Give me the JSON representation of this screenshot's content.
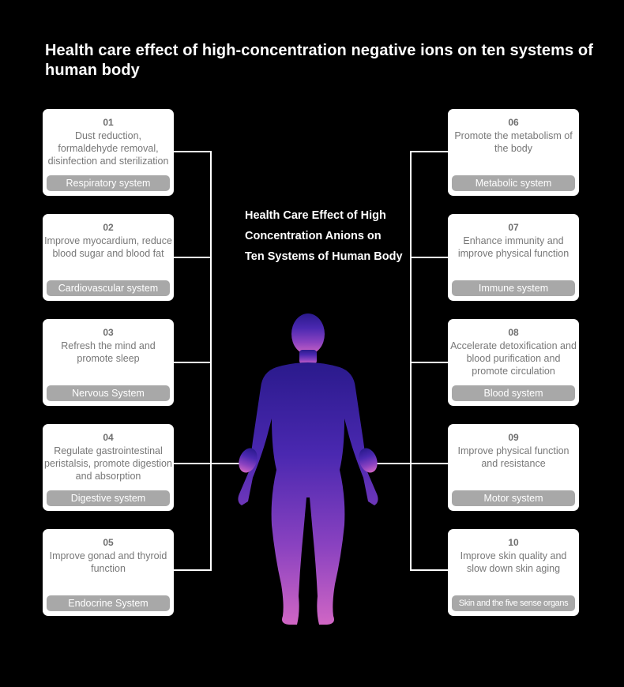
{
  "title": "Health care effect of high-concentration negative ions on ten systems of human body",
  "center_text": "Health Care Effect of High Concentration Anions on Ten Systems of Human Body",
  "colors": {
    "background": "#000000",
    "card": "#ffffff",
    "tag": "#a8a8a8",
    "connector": "#ffffff",
    "figure_top": "#3a1c9a",
    "figure_bottom": "#c85fc0"
  },
  "icons": {
    "figure": "human-body-silhouette"
  },
  "cards": [
    {
      "num": "01",
      "desc": "Dust reduction, formaldehyde removal, disinfection and sterilization",
      "tag": "Respiratory system"
    },
    {
      "num": "02",
      "desc": "Improve myocardium, reduce blood sugar and blood fat",
      "tag": "Cardiovascular system"
    },
    {
      "num": "03",
      "desc": "Refresh the mind and promote sleep",
      "tag": "Nervous System"
    },
    {
      "num": "04",
      "desc": "Regulate gastrointestinal peristalsis, promote digestion and absorption",
      "tag": "Digestive system"
    },
    {
      "num": "05",
      "desc": "Improve gonad and thyroid function",
      "tag": "Endocrine System"
    },
    {
      "num": "06",
      "desc": "Promote the metabolism of the body",
      "tag": "Metabolic system"
    },
    {
      "num": "07",
      "desc": "Enhance immunity and improve physical function",
      "tag": "Immune system"
    },
    {
      "num": "08",
      "desc": "Accelerate detoxification and blood purification and promote circulation",
      "tag": "Blood system"
    },
    {
      "num": "09",
      "desc": "Improve physical function and resistance",
      "tag": "Motor system"
    },
    {
      "num": "10",
      "desc": "Improve skin quality and slow down skin aging",
      "tag": "Skin and the five sense organs"
    }
  ]
}
